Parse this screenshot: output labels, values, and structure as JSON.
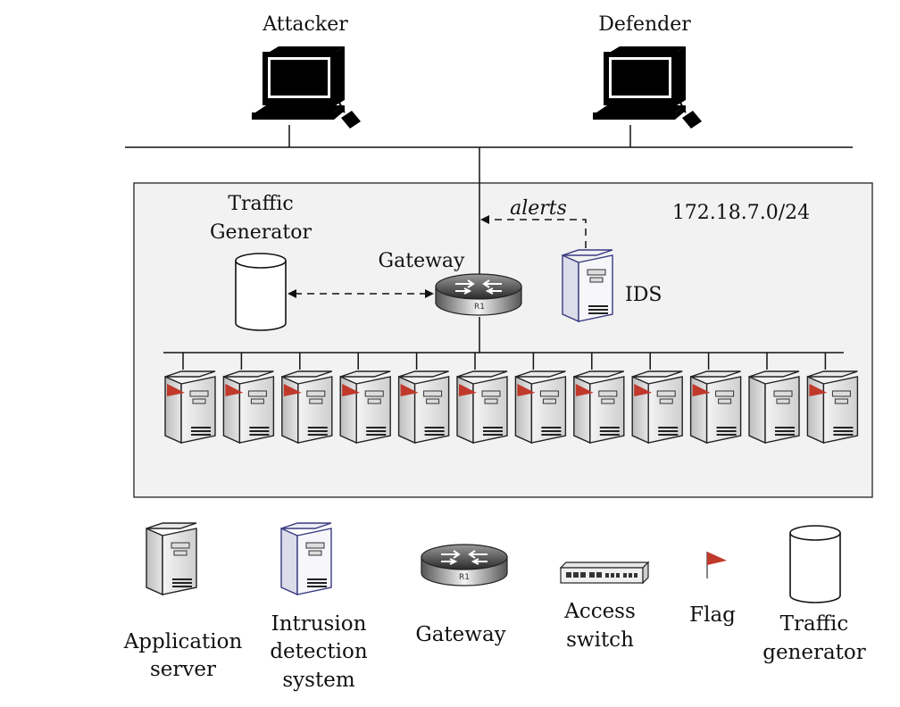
{
  "top_nodes": {
    "attacker_label": "Attacker",
    "defender_label": "Defender"
  },
  "network": {
    "subnet_label": "172.18.7.0/24",
    "traffic_generator_label": [
      "Traffic",
      "Generator"
    ],
    "gateway_label": "Gateway",
    "gateway_tag": "R1",
    "ids_label": "IDS",
    "alerts_label": "alerts",
    "servers": [
      {
        "flag": true
      },
      {
        "flag": true
      },
      {
        "flag": true
      },
      {
        "flag": true
      },
      {
        "flag": true
      },
      {
        "flag": true
      },
      {
        "flag": true
      },
      {
        "flag": true
      },
      {
        "flag": true
      },
      {
        "flag": true
      },
      {
        "flag": false
      },
      {
        "flag": true
      }
    ]
  },
  "legend": {
    "application_server": [
      "Application",
      "server"
    ],
    "ids": [
      "Intrusion",
      "detection",
      "system"
    ],
    "gateway": "Gateway",
    "gateway_tag": "R1",
    "access_switch": [
      "Access",
      "switch"
    ],
    "flag": "Flag",
    "traffic_generator": [
      "Traffic",
      "generator"
    ]
  },
  "colors": {
    "panel_fill": "#f2f2f2",
    "flag_red": "#c0392b",
    "ids_outline": "#4a4a8a"
  }
}
